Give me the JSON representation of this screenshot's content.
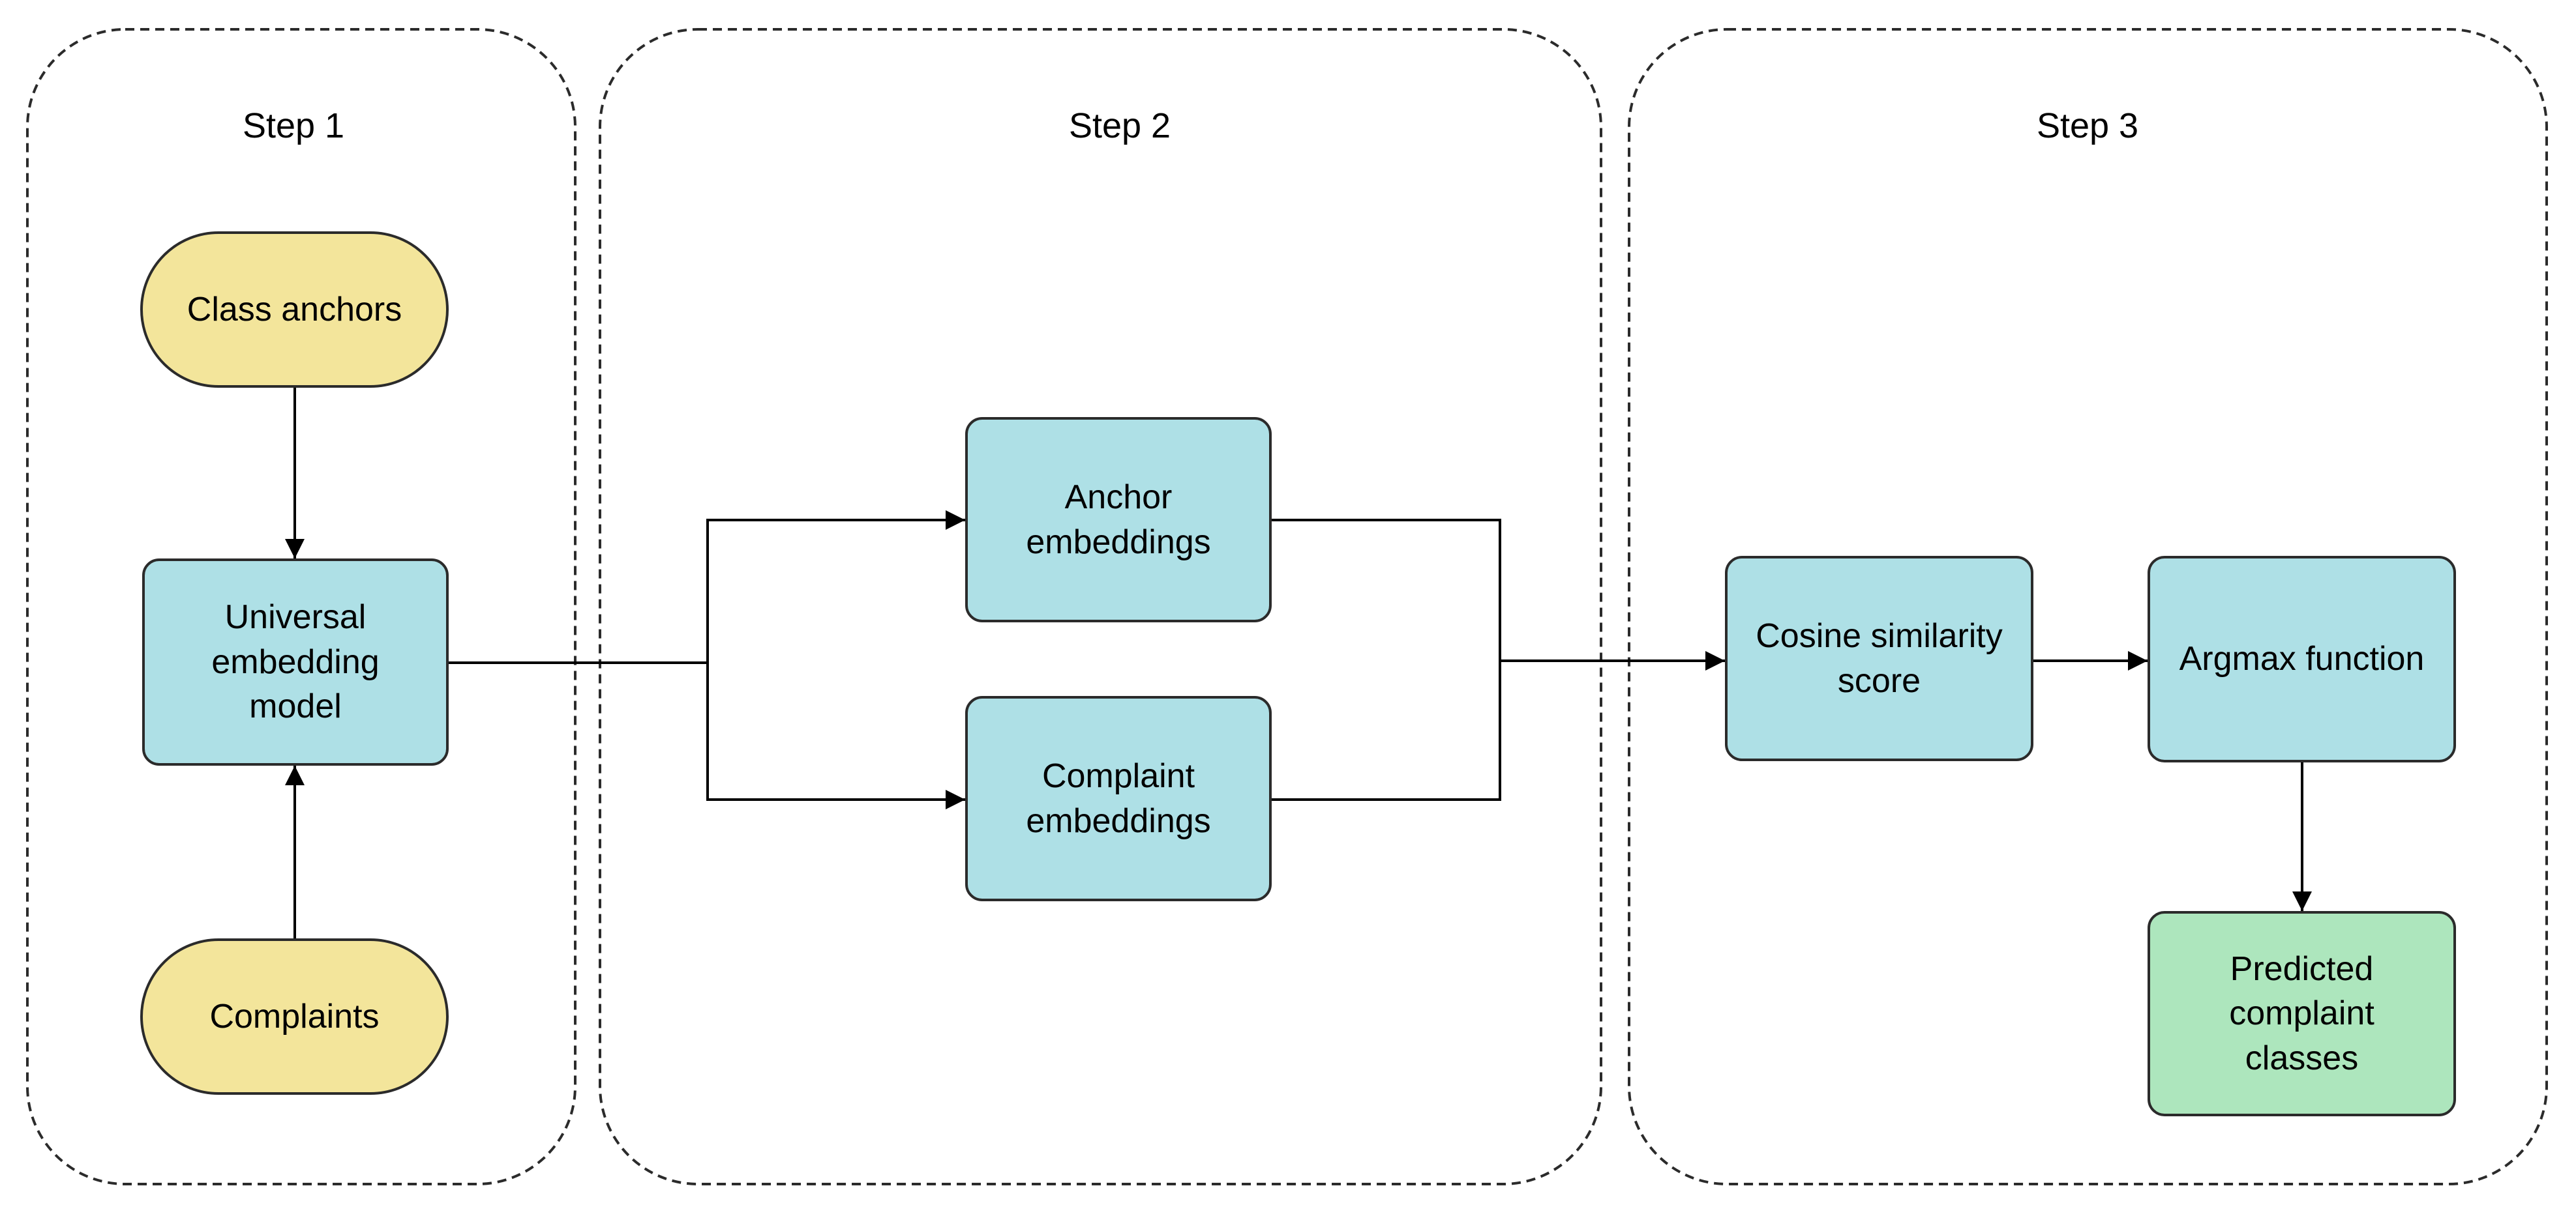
{
  "steps": [
    {
      "title": "Step 1"
    },
    {
      "title": "Step 2"
    },
    {
      "title": "Step 3"
    }
  ],
  "nodes": {
    "class_anchors": "Class anchors",
    "complaints": "Complaints",
    "universal_model": "Universal\nembedding\nmodel",
    "anchor_embeddings": "Anchor\nembeddings",
    "complaint_embeddings": "Complaint\nembeddings",
    "cosine_similarity": "Cosine similarity\nscore",
    "argmax": "Argmax function",
    "predicted_classes": "Predicted\ncomplaint\nclasses"
  },
  "colors": {
    "input_fill": "#f3e59b",
    "process_fill": "#aee0e6",
    "output_fill": "#ade6bd",
    "line": "#000000"
  }
}
